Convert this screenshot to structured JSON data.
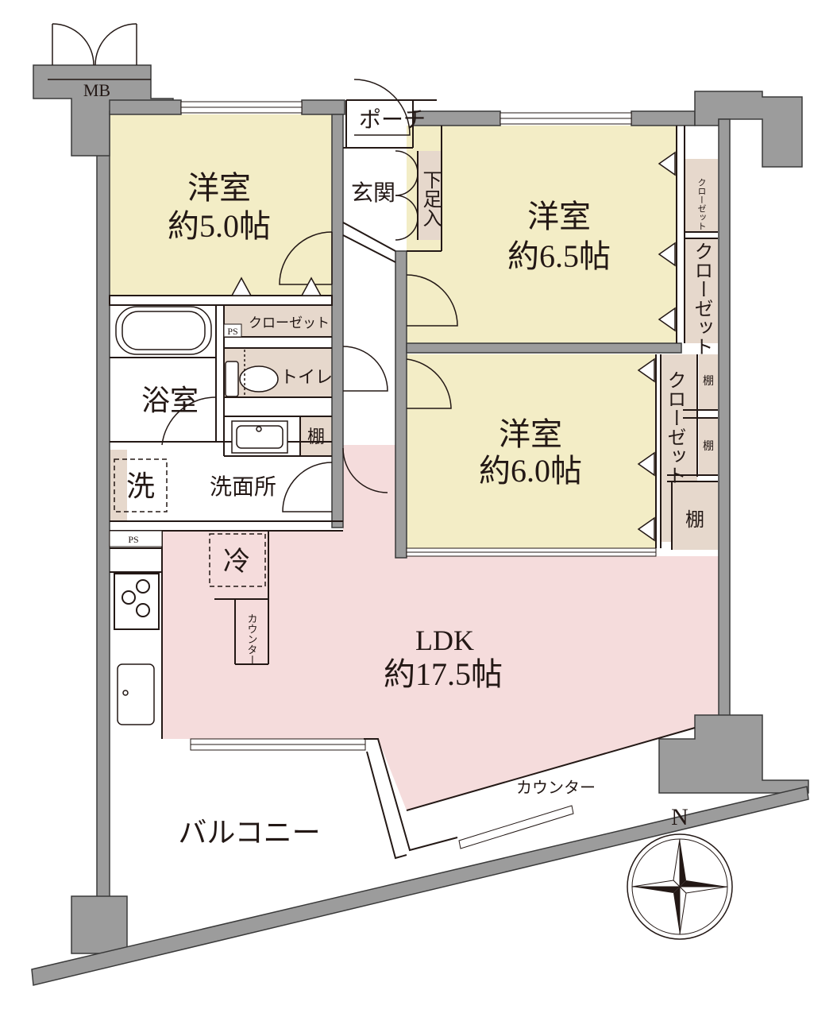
{
  "colors": {
    "wall": "#9c9c9c",
    "wall_stroke": "#3a3a3a",
    "bedroom_fill": "#f3edc6",
    "ldk_fill": "#f5dcdc",
    "storage_fill": "#e6d8cc",
    "line": "#231815"
  },
  "rooms": {
    "mb": "MB",
    "porch": "ポーチ",
    "western1_name": "洋室",
    "western1_size": "約5.0帖",
    "entrance": "玄関",
    "shoe_storage": "下足入",
    "western2_name": "洋室",
    "western2_size": "約6.5帖",
    "closet_small": "クローゼット",
    "closet_w2": "クローゼット",
    "closet_hall": "クローゼット",
    "ps1": "PS",
    "toilet": "トイレ",
    "bath": "浴室",
    "shelf1": "棚",
    "washer": "洗",
    "washroom": "洗面所",
    "western3_name": "洋室",
    "western3_size": "約6.0帖",
    "closet_w3": "クローゼット",
    "shelf2": "棚",
    "shelf3": "棚",
    "shelf4": "棚",
    "ps2": "PS",
    "fridge": "冷",
    "counter_kitchen": "カウンター",
    "ldk_name": "LDK",
    "ldk_size": "約17.5帖",
    "counter_window": "カウンター",
    "balcony": "バルコニー",
    "north": "N"
  }
}
